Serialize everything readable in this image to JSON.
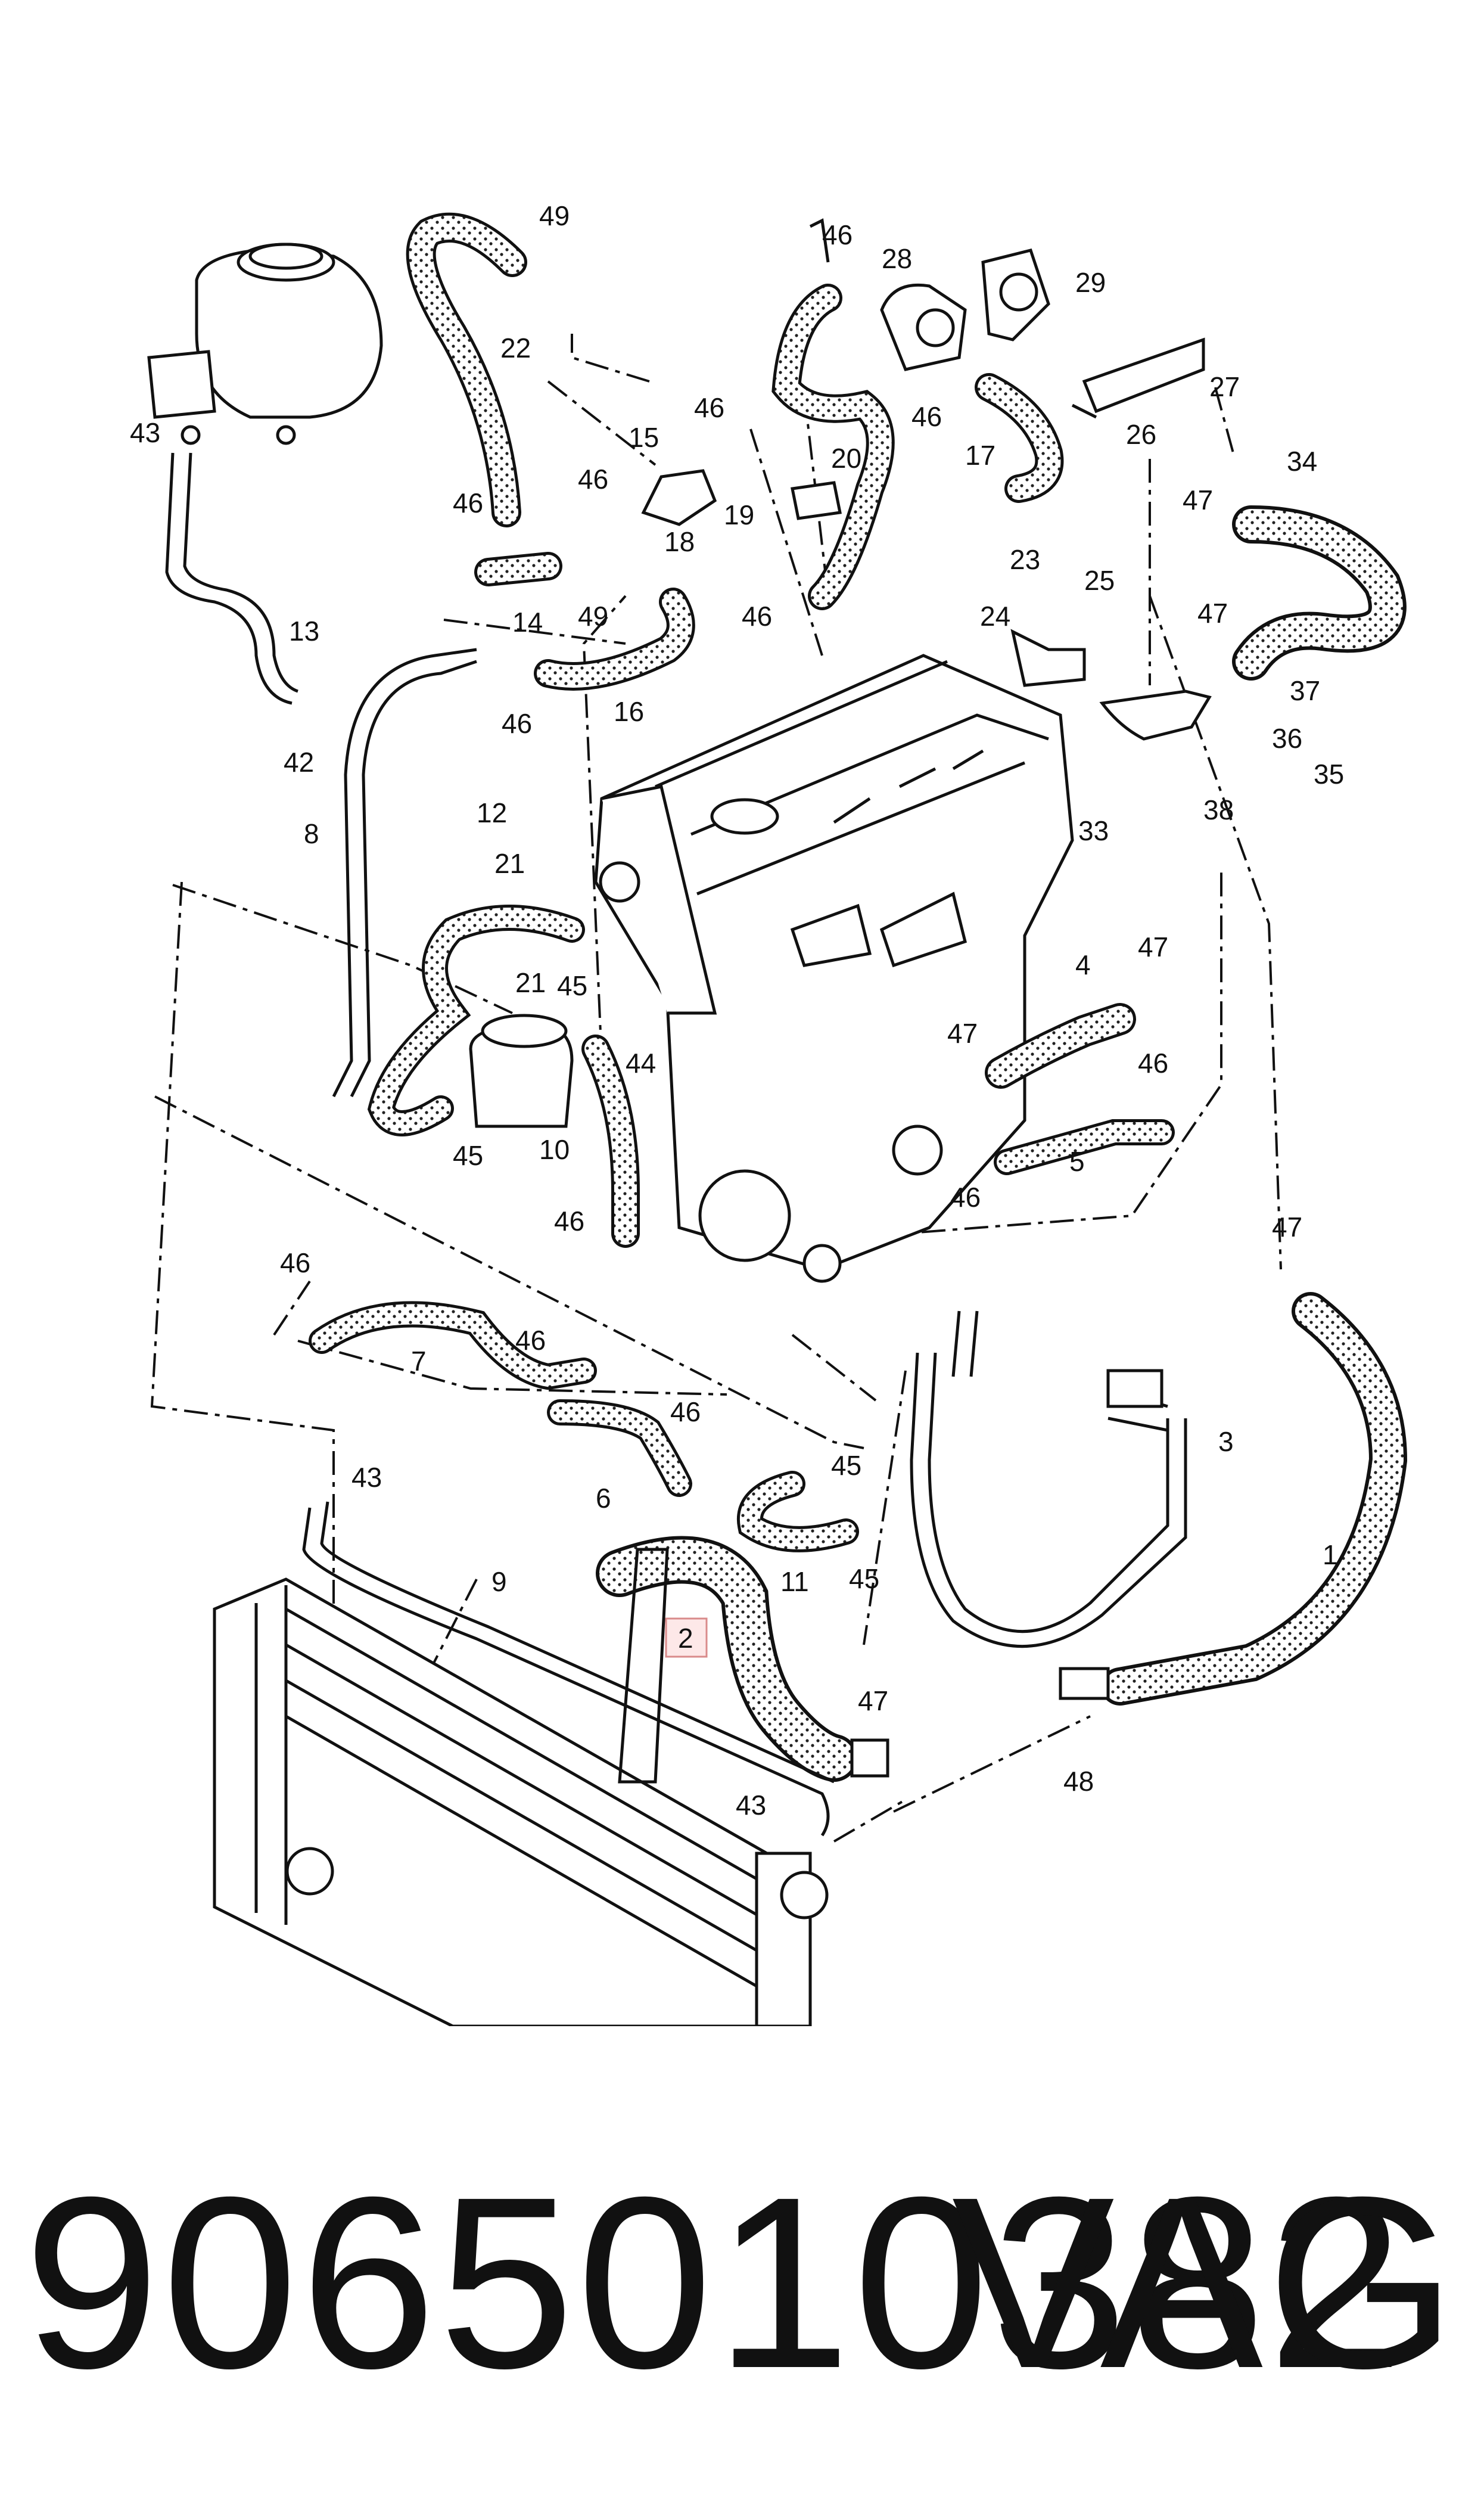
{
  "callouts": [
    {
      "label": "49"
    },
    {
      "label": "22"
    },
    {
      "label": "46"
    },
    {
      "label": "28"
    },
    {
      "label": "29"
    },
    {
      "label": "27"
    },
    {
      "label": "43"
    },
    {
      "label": "15"
    },
    {
      "label": "46"
    },
    {
      "label": "46"
    },
    {
      "label": "20"
    },
    {
      "label": "46"
    },
    {
      "label": "26"
    },
    {
      "label": "17"
    },
    {
      "label": "34"
    },
    {
      "label": "19"
    },
    {
      "label": "18"
    },
    {
      "label": "46"
    },
    {
      "label": "47"
    },
    {
      "label": "49"
    },
    {
      "label": "14"
    },
    {
      "label": "23"
    },
    {
      "label": "25"
    },
    {
      "label": "24"
    },
    {
      "label": "13"
    },
    {
      "label": "46"
    },
    {
      "label": "47"
    },
    {
      "label": "16"
    },
    {
      "label": "37"
    },
    {
      "label": "46"
    },
    {
      "label": "42"
    },
    {
      "label": "36"
    },
    {
      "label": "35"
    },
    {
      "label": "38"
    },
    {
      "label": "33"
    },
    {
      "label": "8"
    },
    {
      "label": "12"
    },
    {
      "label": "21"
    },
    {
      "label": "21"
    },
    {
      "label": "45"
    },
    {
      "label": "44"
    },
    {
      "label": "4"
    },
    {
      "label": "47"
    },
    {
      "label": "47"
    },
    {
      "label": "46"
    },
    {
      "label": "45"
    },
    {
      "label": "10"
    },
    {
      "label": "5"
    },
    {
      "label": "46"
    },
    {
      "label": "46"
    },
    {
      "label": "47"
    },
    {
      "label": "46"
    },
    {
      "label": "7"
    },
    {
      "label": "46"
    },
    {
      "label": "46"
    },
    {
      "label": "3"
    },
    {
      "label": "6"
    },
    {
      "label": "43"
    },
    {
      "label": "45"
    },
    {
      "label": "1"
    },
    {
      "label": "11"
    },
    {
      "label": "45"
    },
    {
      "label": "9"
    },
    {
      "label": "2",
      "highlighted": true
    },
    {
      "label": "47"
    },
    {
      "label": "48"
    },
    {
      "label": "43"
    }
  ],
  "footer": {
    "part_number": "9065010382",
    "brand": "VAG"
  },
  "colors": {
    "line": "#111111",
    "highlight_fill": "#fde8e8",
    "highlight_stroke": "#d98b8b"
  }
}
